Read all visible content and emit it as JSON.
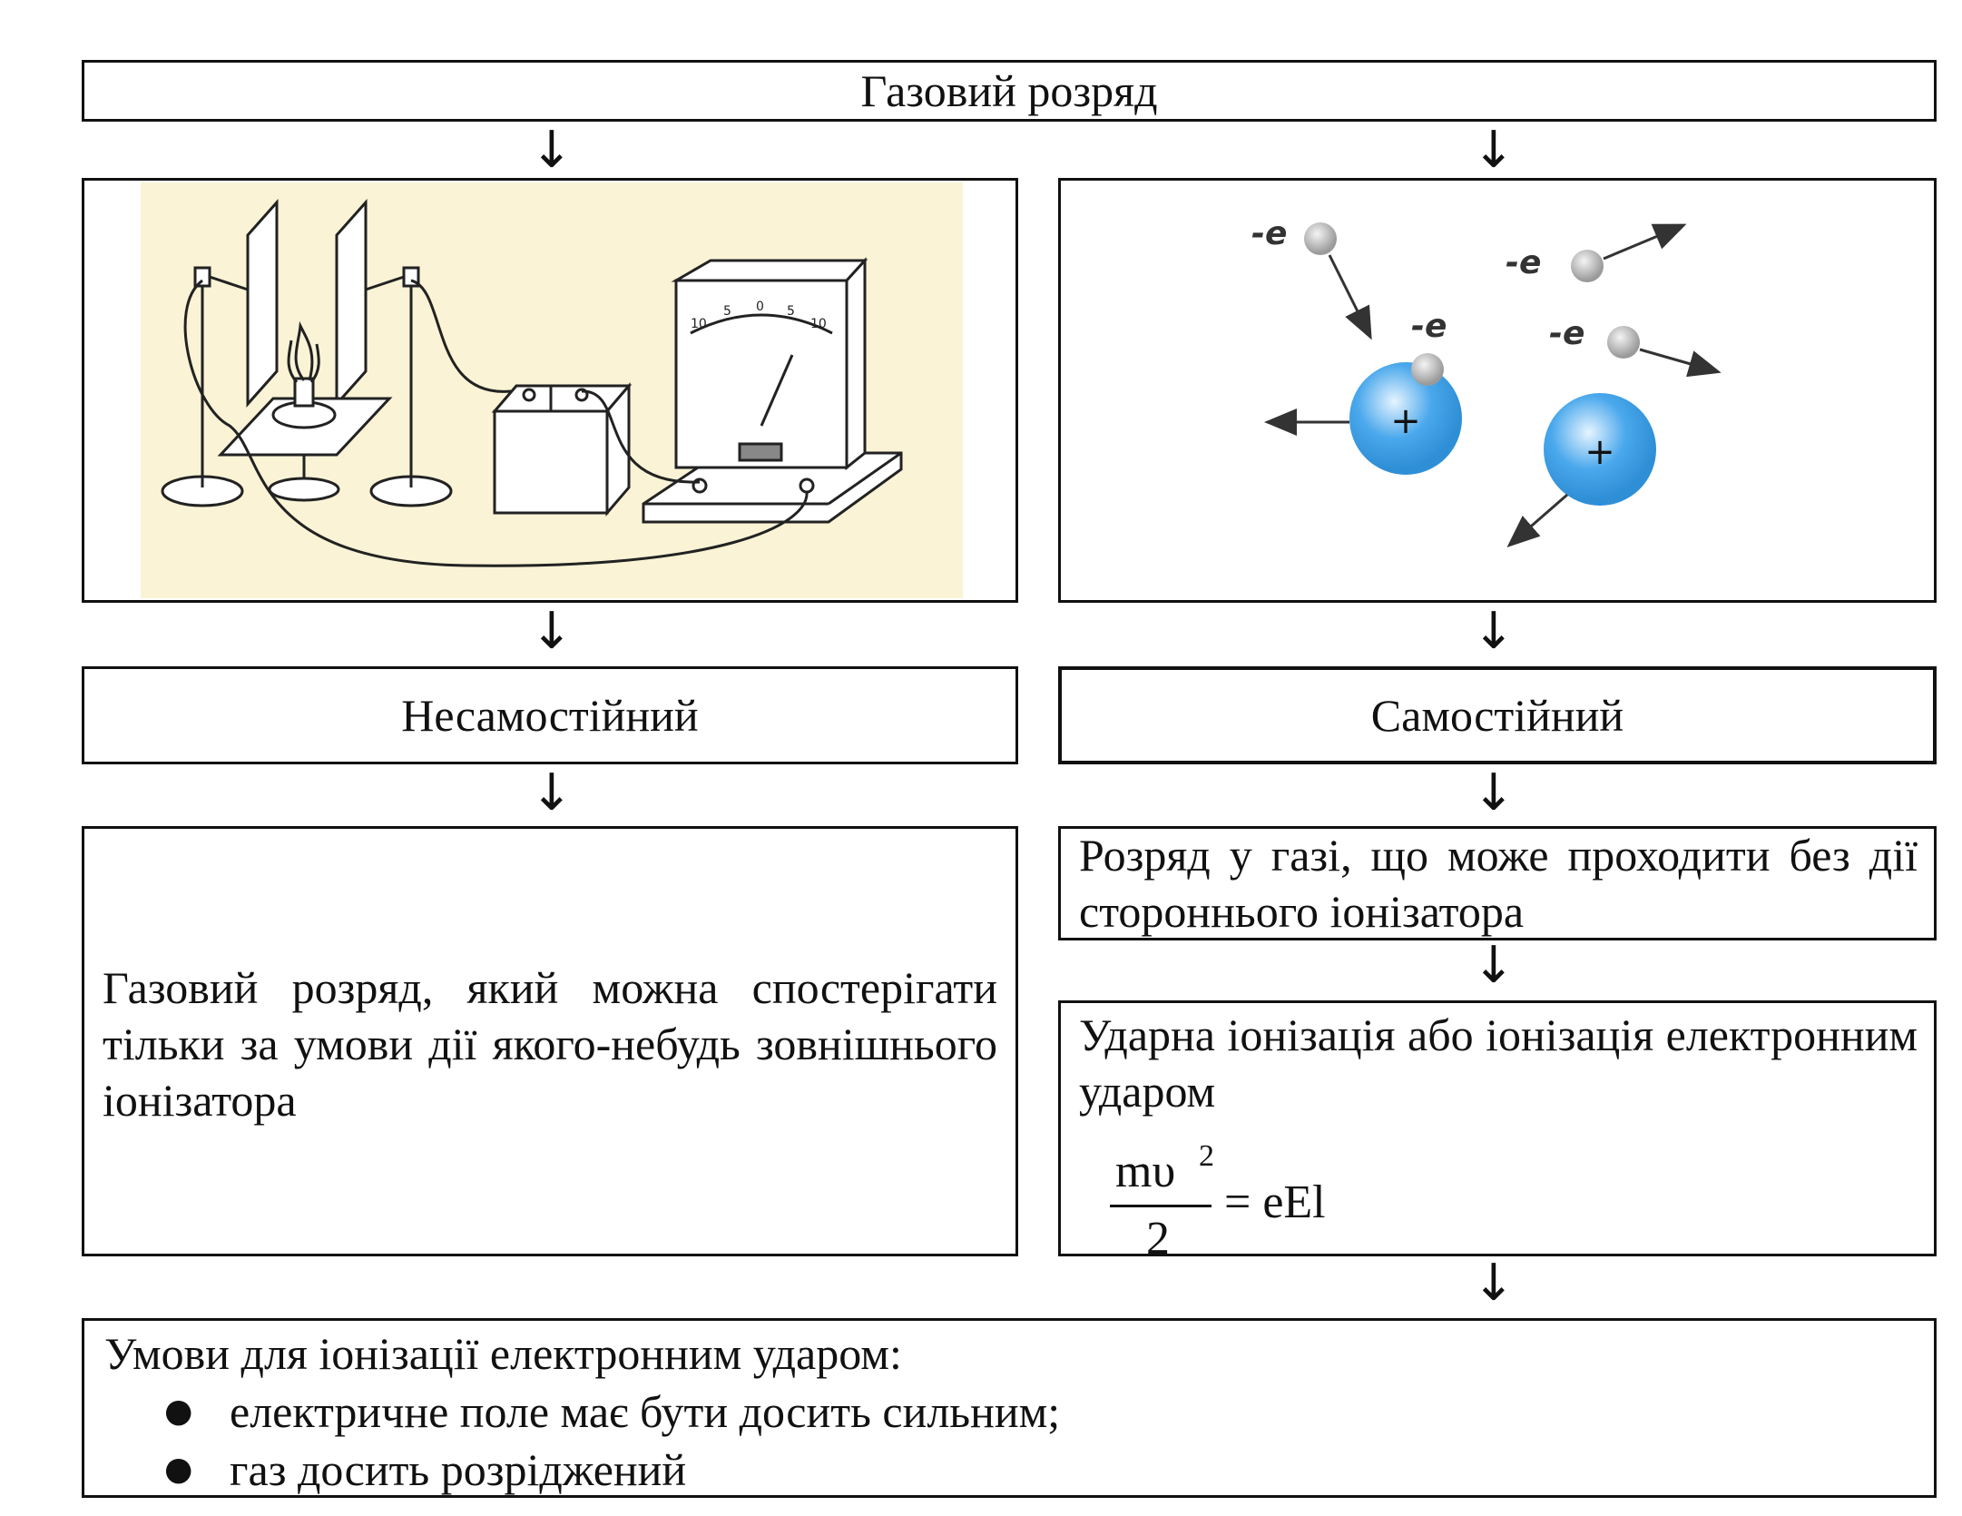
{
  "title": "Газовий розряд",
  "left": {
    "heading": "Несамостійний",
    "description": "Газовий розряд, який можна спостерігати тільки за умови дії якого-небудь зовнішнього іонізатора",
    "apparatus": {
      "background": "#faf3d6",
      "meter_scale": [
        "10",
        "5",
        "0",
        "5",
        "10"
      ]
    }
  },
  "right": {
    "heading": "Самостійний",
    "definition": "Розряд у газі, що може проходити без дії стороннього іонізатора",
    "mechanism": "Ударна іонізація або іонізація електронним ударом",
    "formula": {
      "numerator": "mυ",
      "exponent": "2",
      "denominator": "2",
      "rhs": "= eEl"
    },
    "illustration": {
      "electron_label": "-e",
      "ion_label": "+",
      "ion_color": "#4aa8ec",
      "electron_color": "#b0b0b0"
    }
  },
  "conditions": {
    "title": "Умови для іонізації електронним ударом:",
    "items": [
      "електричне поле має бути досить сильним;",
      "газ досить розріджений"
    ]
  },
  "arrow_glyph": "↓"
}
